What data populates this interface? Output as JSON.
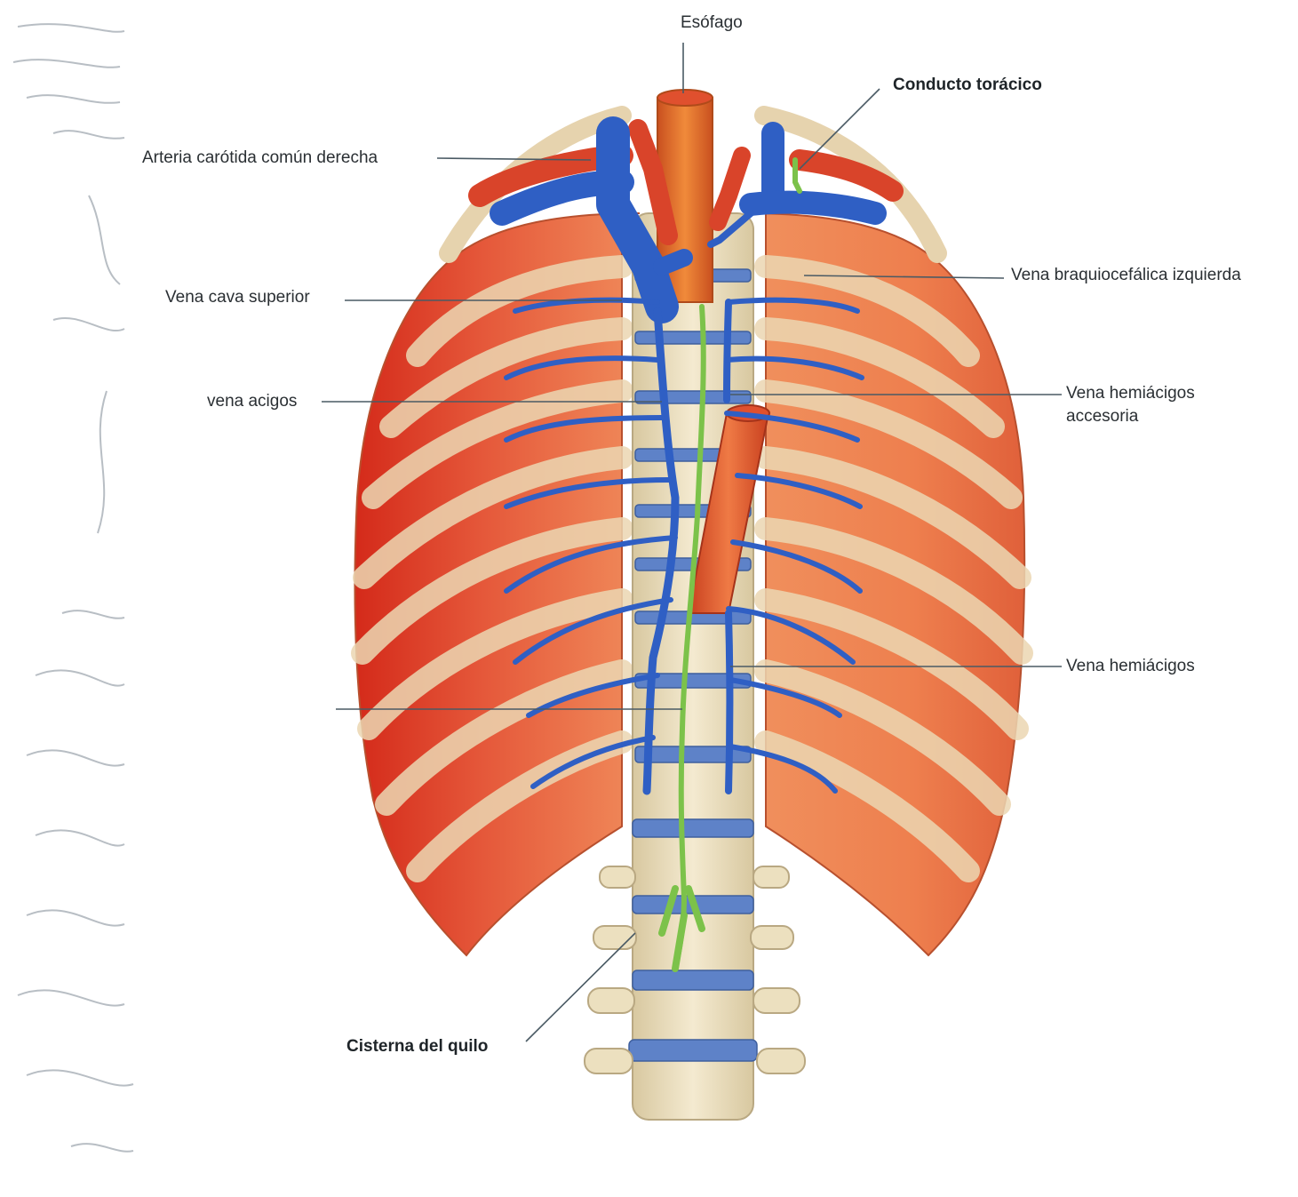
{
  "labels": {
    "esofago": "Esófago",
    "conducto_toracico": "Conducto torácico",
    "arteria_carotida": "Arteria carótida común derecha",
    "vena_braquiocefalica": "Vena braquiocefálica izquierda",
    "vena_cava": "Vena cava superior",
    "vena_acigos": "vena acigos",
    "vena_hemiacigos_acc_1": "Vena hemiácigos",
    "vena_hemiacigos_acc_2": "accesoria",
    "vena_hemiacigos": "Vena hemiácigos",
    "cisterna": "Cisterna del quilo"
  },
  "colors": {
    "muscle": "#e8683a",
    "muscle_dark": "#d23a22",
    "rib": "#e9d6b4",
    "vertebra": "#efe3c4",
    "vein": "#2f5fc4",
    "artery": "#d9442a",
    "esophagus": "#e9762f",
    "lymph": "#7cc24a",
    "leader": "#4a5a64"
  }
}
